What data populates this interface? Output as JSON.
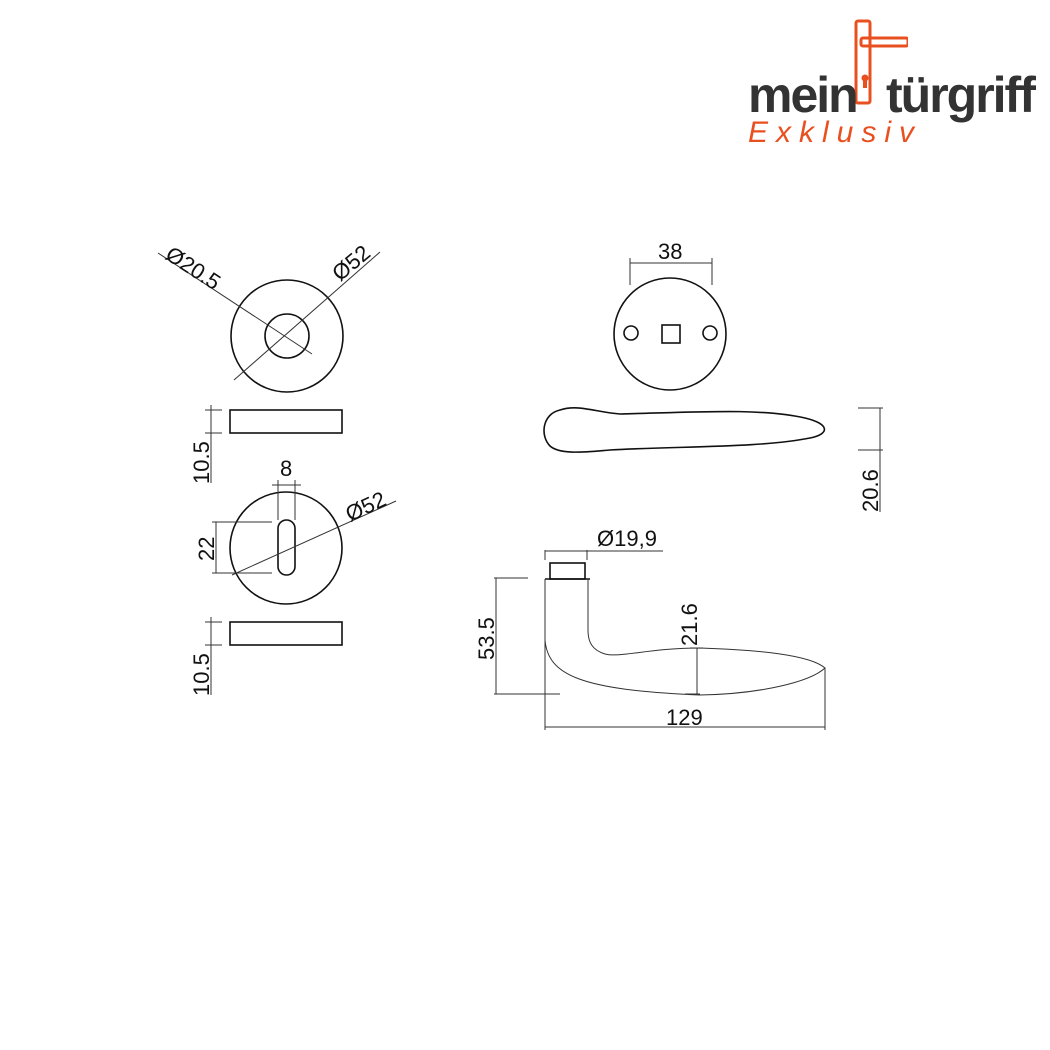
{
  "logo": {
    "word1": "mein",
    "word2": "türgriff",
    "tagline": "Exklusiv",
    "brand_color": "#e8501f",
    "text_color": "#333333"
  },
  "dims": {
    "rose_inner_dia": "Ø20.5",
    "rose_outer_dia": "Ø52",
    "rose_height": "10.5",
    "key_slot_width": "8",
    "key_slot_height": "22",
    "key_rose_dia": "Ø52",
    "key_rose_height": "10.5",
    "screw_spacing": "38",
    "lever_thickness": "20.6",
    "neck_dia": "Ø19,9",
    "projection": "53.5",
    "grip_height": "21.6",
    "lever_length": "129"
  }
}
